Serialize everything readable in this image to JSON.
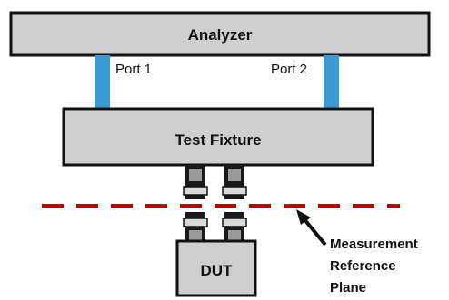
{
  "diagram": {
    "analyzer_label": "Analyzer",
    "port1_label": "Port 1",
    "port2_label": "Port 2",
    "fixture_label": "Test Fixture",
    "dut_label": "DUT",
    "annotation_line1": "Measurement",
    "annotation_line2": "Reference",
    "annotation_line3": "Plane"
  },
  "colors": {
    "cable": "#3a9ad6",
    "reference_plane": "#c00000",
    "box_fill": "#cfcfcf"
  }
}
